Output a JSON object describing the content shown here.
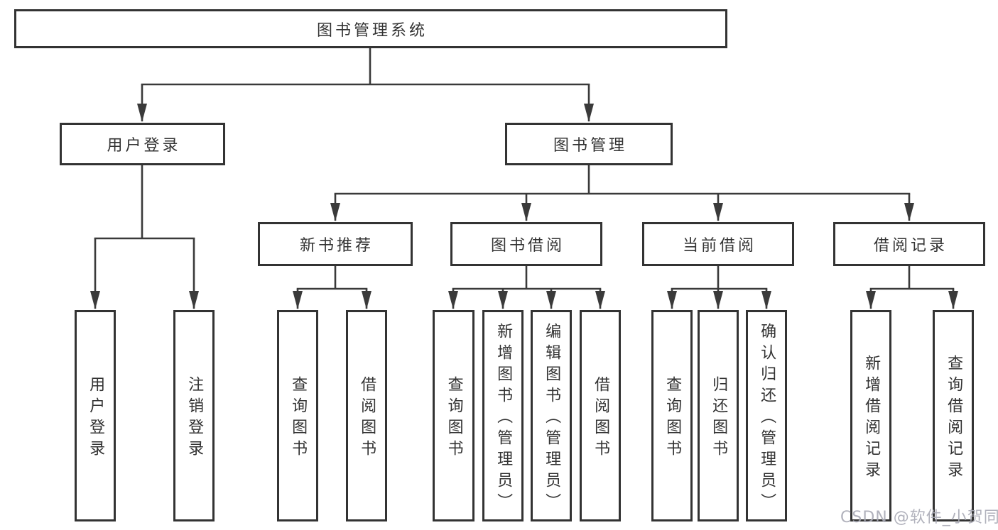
{
  "tree": {
    "root": {
      "label": "图书管理系统"
    },
    "login": {
      "label": "用户登录",
      "children": [
        {
          "label": "用户登录"
        },
        {
          "label": "注销登录"
        }
      ]
    },
    "management": {
      "label": "图书管理",
      "groups": [
        {
          "label": "新书推荐",
          "children": [
            {
              "label": "查询图书"
            },
            {
              "label": "借阅图书"
            }
          ]
        },
        {
          "label": "图书借阅",
          "children": [
            {
              "label": "查询图书"
            },
            {
              "label": "新增图书（管理员）"
            },
            {
              "label": "编辑图书（管理员）"
            },
            {
              "label": "借阅图书"
            }
          ]
        },
        {
          "label": "当前借阅",
          "children": [
            {
              "label": "查询图书"
            },
            {
              "label": "归还图书"
            },
            {
              "label": "确认归还（管理员）"
            }
          ]
        },
        {
          "label": "借阅记录",
          "children": [
            {
              "label": "新增借阅记录"
            },
            {
              "label": "查询借阅记录"
            }
          ]
        }
      ]
    }
  },
  "watermark": {
    "label": "CSDN @软件_小贺同学"
  },
  "colors": {
    "line": "#3a3a3a",
    "box_border": "#333333",
    "text": "#333333",
    "background": "#ffffff",
    "watermark": "#a9aab5"
  }
}
